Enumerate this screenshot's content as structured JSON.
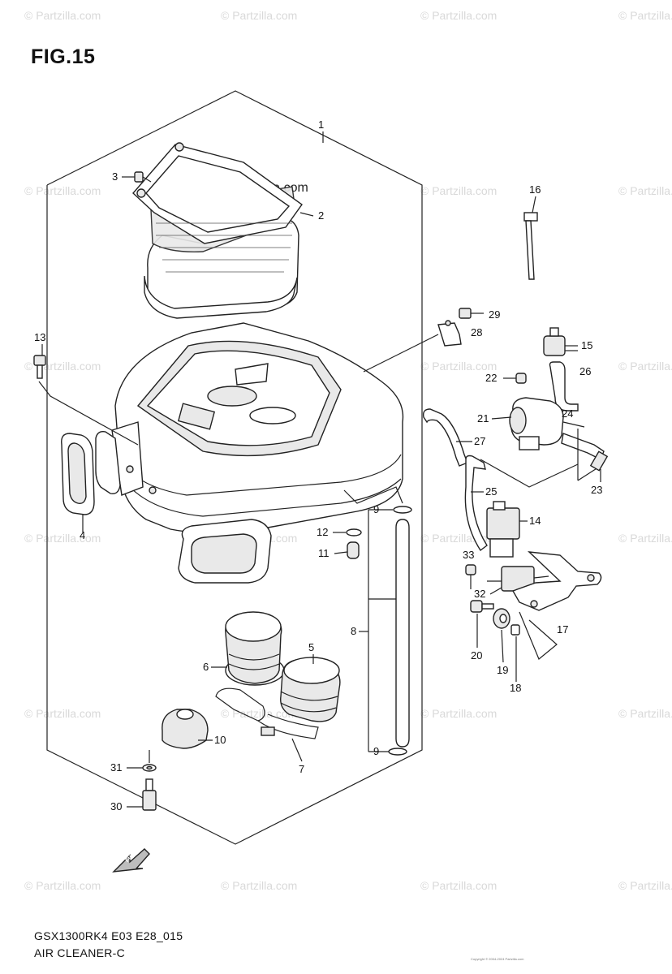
{
  "figure": {
    "title": "FIG.15",
    "model_code": "GSX1300RK4 E03 E28_015",
    "section_name": "AIR CLEANER-C"
  },
  "branding": {
    "center_mark": "© Partzilla.com",
    "watermark": "© Partzilla.com"
  },
  "callouts": [
    "1",
    "2",
    "3",
    "4",
    "5",
    "6",
    "7",
    "8",
    "9",
    "9",
    "10",
    "11",
    "12",
    "13",
    "14",
    "15",
    "16",
    "17",
    "18",
    "19",
    "20",
    "21",
    "22",
    "23",
    "24",
    "25",
    "26",
    "27",
    "28",
    "29",
    "30",
    "31",
    "32",
    "33"
  ],
  "direction_arrow": {
    "label": "FWD"
  },
  "copyright_note": "Copyright © 2004-2024 Partzilla.com"
}
